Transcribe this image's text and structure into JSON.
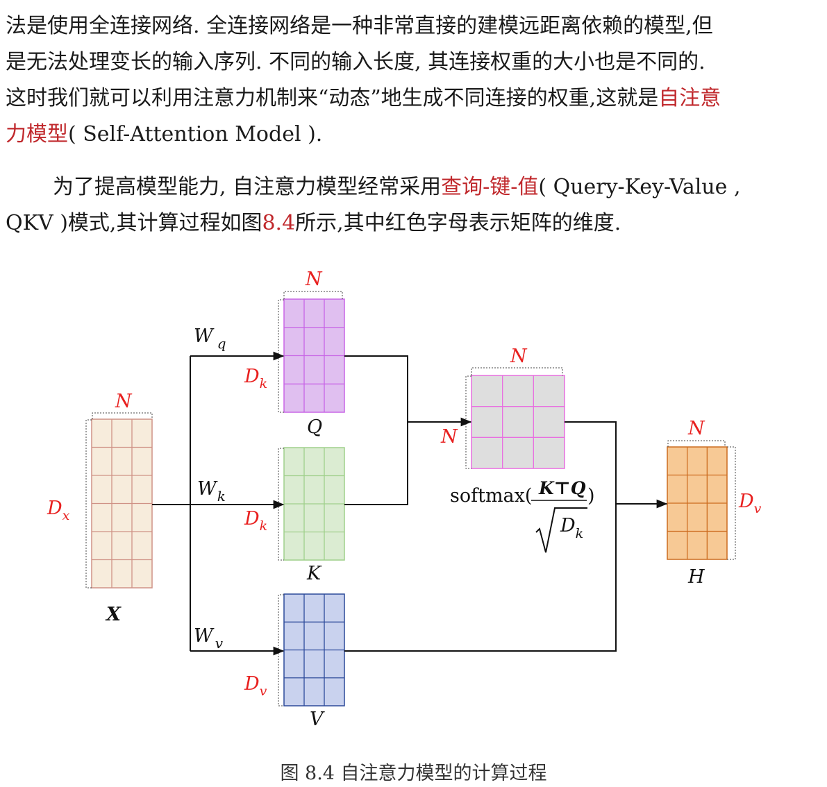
{
  "paragraph1": {
    "line1": "法是使用全连接网络. 全连接网络是一种非常直接的建模远距离依赖的模型,但",
    "line2": "是无法处理变长的输入序列. 不同的输入长度, 其连接权重的大小也是不同的.",
    "line3_pre": "这时我们就可以利用注意力机制来“动态”地生成不同连接的权重,这就是",
    "term_part1": "自注意",
    "term_part2": "力模型",
    "line4_post": "( Self-Attention Model ).",
    "term_color": "#c0282c"
  },
  "paragraph2": {
    "line1_pre": "为了提高模型能力, 自注意力模型经常采用",
    "term": "查询-键-值",
    "line1_post": "( Query-Key-Value ,",
    "line2_pre": "QKV )模式,其计算过程如图",
    "figure_ref": "8.4",
    "line2_post": "所示,其中红色字母表示矩阵的维度."
  },
  "figure": {
    "caption": "图 8.4 自注意力模型的计算过程",
    "dim_color": "#e8201f",
    "matrices": {
      "X": {
        "label": "X",
        "rows_label": "Dx",
        "cols_label": "N",
        "fill": "#f7ecdc",
        "stroke": "#cf9286"
      },
      "Q": {
        "label": "Q",
        "rows_label": "Dk",
        "cols_label": "N",
        "fill": "#e0bff0",
        "stroke": "#c865e6"
      },
      "K": {
        "label": "K",
        "rows_label": "Dk",
        "cols_label": "",
        "fill": "#dbecd2",
        "stroke": "#9fd08b"
      },
      "V": {
        "label": "V",
        "rows_label": "Dv",
        "cols_label": "",
        "fill": "#c9d2ee",
        "stroke": "#2c4a9a"
      },
      "A": {
        "label": "",
        "rows_label": "N",
        "cols_label": "N",
        "fill": "#dedede",
        "stroke": "#e86fe0"
      },
      "H": {
        "label": "H",
        "rows_label": "Dv",
        "cols_label": "N",
        "fill": "#f7c995",
        "stroke": "#cc6b1f"
      }
    },
    "weights": {
      "wq": "W",
      "wq_sub": "q",
      "wk": "W",
      "wk_sub": "k",
      "wv": "W",
      "wv_sub": "v"
    },
    "softmax": {
      "func": "softmax(",
      "num": "K⊤Q",
      "den": "D",
      "den_sub": "k",
      "close": ")"
    }
  }
}
